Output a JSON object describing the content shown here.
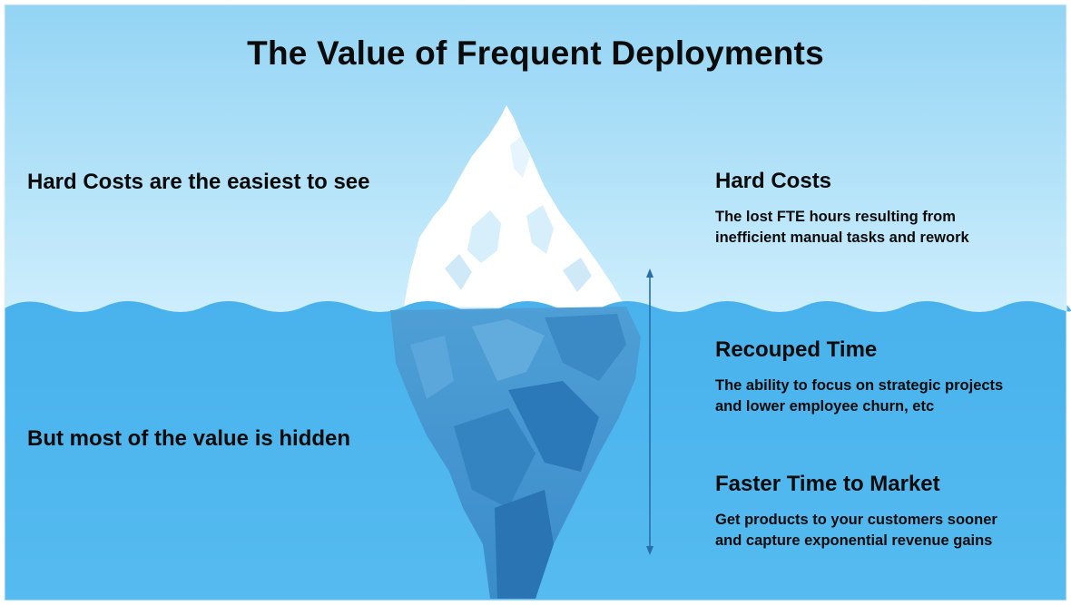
{
  "title": "The Value of Frequent Deployments",
  "left_captions": {
    "above": "Hard Costs are the easiest to see",
    "below": "But most of the value is hidden"
  },
  "items": [
    {
      "heading": "Hard Costs",
      "line1": "The lost FTE hours resulting from",
      "line2": "inefficient manual tasks and rework"
    },
    {
      "heading": "Recouped Time",
      "line1": "The ability to focus on strategic projects",
      "line2": "and lower employee churn, etc"
    },
    {
      "heading": "Faster Time to Market",
      "line1": "Get products to your customers sooner",
      "line2": "and capture exponential revenue gains"
    }
  ],
  "colors": {
    "sky_top": "#9fdaf6",
    "sky_bottom": "#c9ecfb",
    "water": "#4db6ee",
    "ice": "#ffffff",
    "ice_shadow": "#d6eefb",
    "berg_light": "#5aa9dd",
    "berg_mid": "#3f91cc",
    "berg_dark": "#2a78b8",
    "text": "#0b0b0b"
  }
}
